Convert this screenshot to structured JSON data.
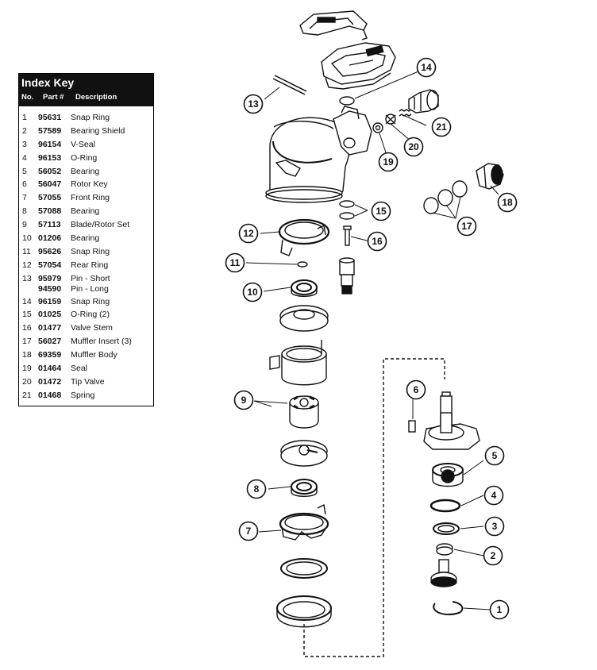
{
  "index_key": {
    "title": "Index Key",
    "col_no": "No.",
    "col_part": "Part #",
    "col_desc": "Description",
    "rows": [
      {
        "no": "1",
        "part": "95631",
        "desc": "Snap Ring"
      },
      {
        "no": "2",
        "part": "57589",
        "desc": "Bearing Shield"
      },
      {
        "no": "3",
        "part": "96154",
        "desc": "V-Seal"
      },
      {
        "no": "4",
        "part": "96153",
        "desc": "O-Ring"
      },
      {
        "no": "5",
        "part": "56052",
        "desc": "Bearing"
      },
      {
        "no": "6",
        "part": "56047",
        "desc": "Rotor Key"
      },
      {
        "no": "7",
        "part": "57055",
        "desc": "Front Ring"
      },
      {
        "no": "8",
        "part": "57088",
        "desc": "Bearing"
      },
      {
        "no": "9",
        "part": "57113",
        "desc": "Blade/Rotor Set"
      },
      {
        "no": "10",
        "part": "01206",
        "desc": "Bearing"
      },
      {
        "no": "11",
        "part": "95626",
        "desc": "Snap Ring"
      },
      {
        "no": "12",
        "part": "57054",
        "desc": "Rear Ring"
      },
      {
        "no": "13",
        "part": "95979",
        "desc": "Pin - Short"
      },
      {
        "no": "",
        "part": "94590",
        "desc": "Pin - Long"
      },
      {
        "no": "14",
        "part": "96159",
        "desc": "Snap Ring"
      },
      {
        "no": "15",
        "part": "01025",
        "desc": "O-Ring (2)"
      },
      {
        "no": "16",
        "part": "01477",
        "desc": "Valve Stem"
      },
      {
        "no": "17",
        "part": "56027",
        "desc": "Muffler Insert (3)"
      },
      {
        "no": "18",
        "part": "69359",
        "desc": "Muffler Body"
      },
      {
        "no": "19",
        "part": "01464",
        "desc": "Seal"
      },
      {
        "no": "20",
        "part": "01472",
        "desc": "Tip Valve"
      },
      {
        "no": "21",
        "part": "01468",
        "desc": "Spring"
      }
    ]
  },
  "callouts": {
    "c1": "1",
    "c2": "2",
    "c3": "3",
    "c4": "4",
    "c5": "5",
    "c6": "6",
    "c7": "7",
    "c8": "8",
    "c9": "9",
    "c10": "10",
    "c11": "11",
    "c12": "12",
    "c13": "13",
    "c14": "14",
    "c15": "15",
    "c16": "16",
    "c17": "17",
    "c18": "18",
    "c19": "19",
    "c20": "20",
    "c21": "21"
  }
}
